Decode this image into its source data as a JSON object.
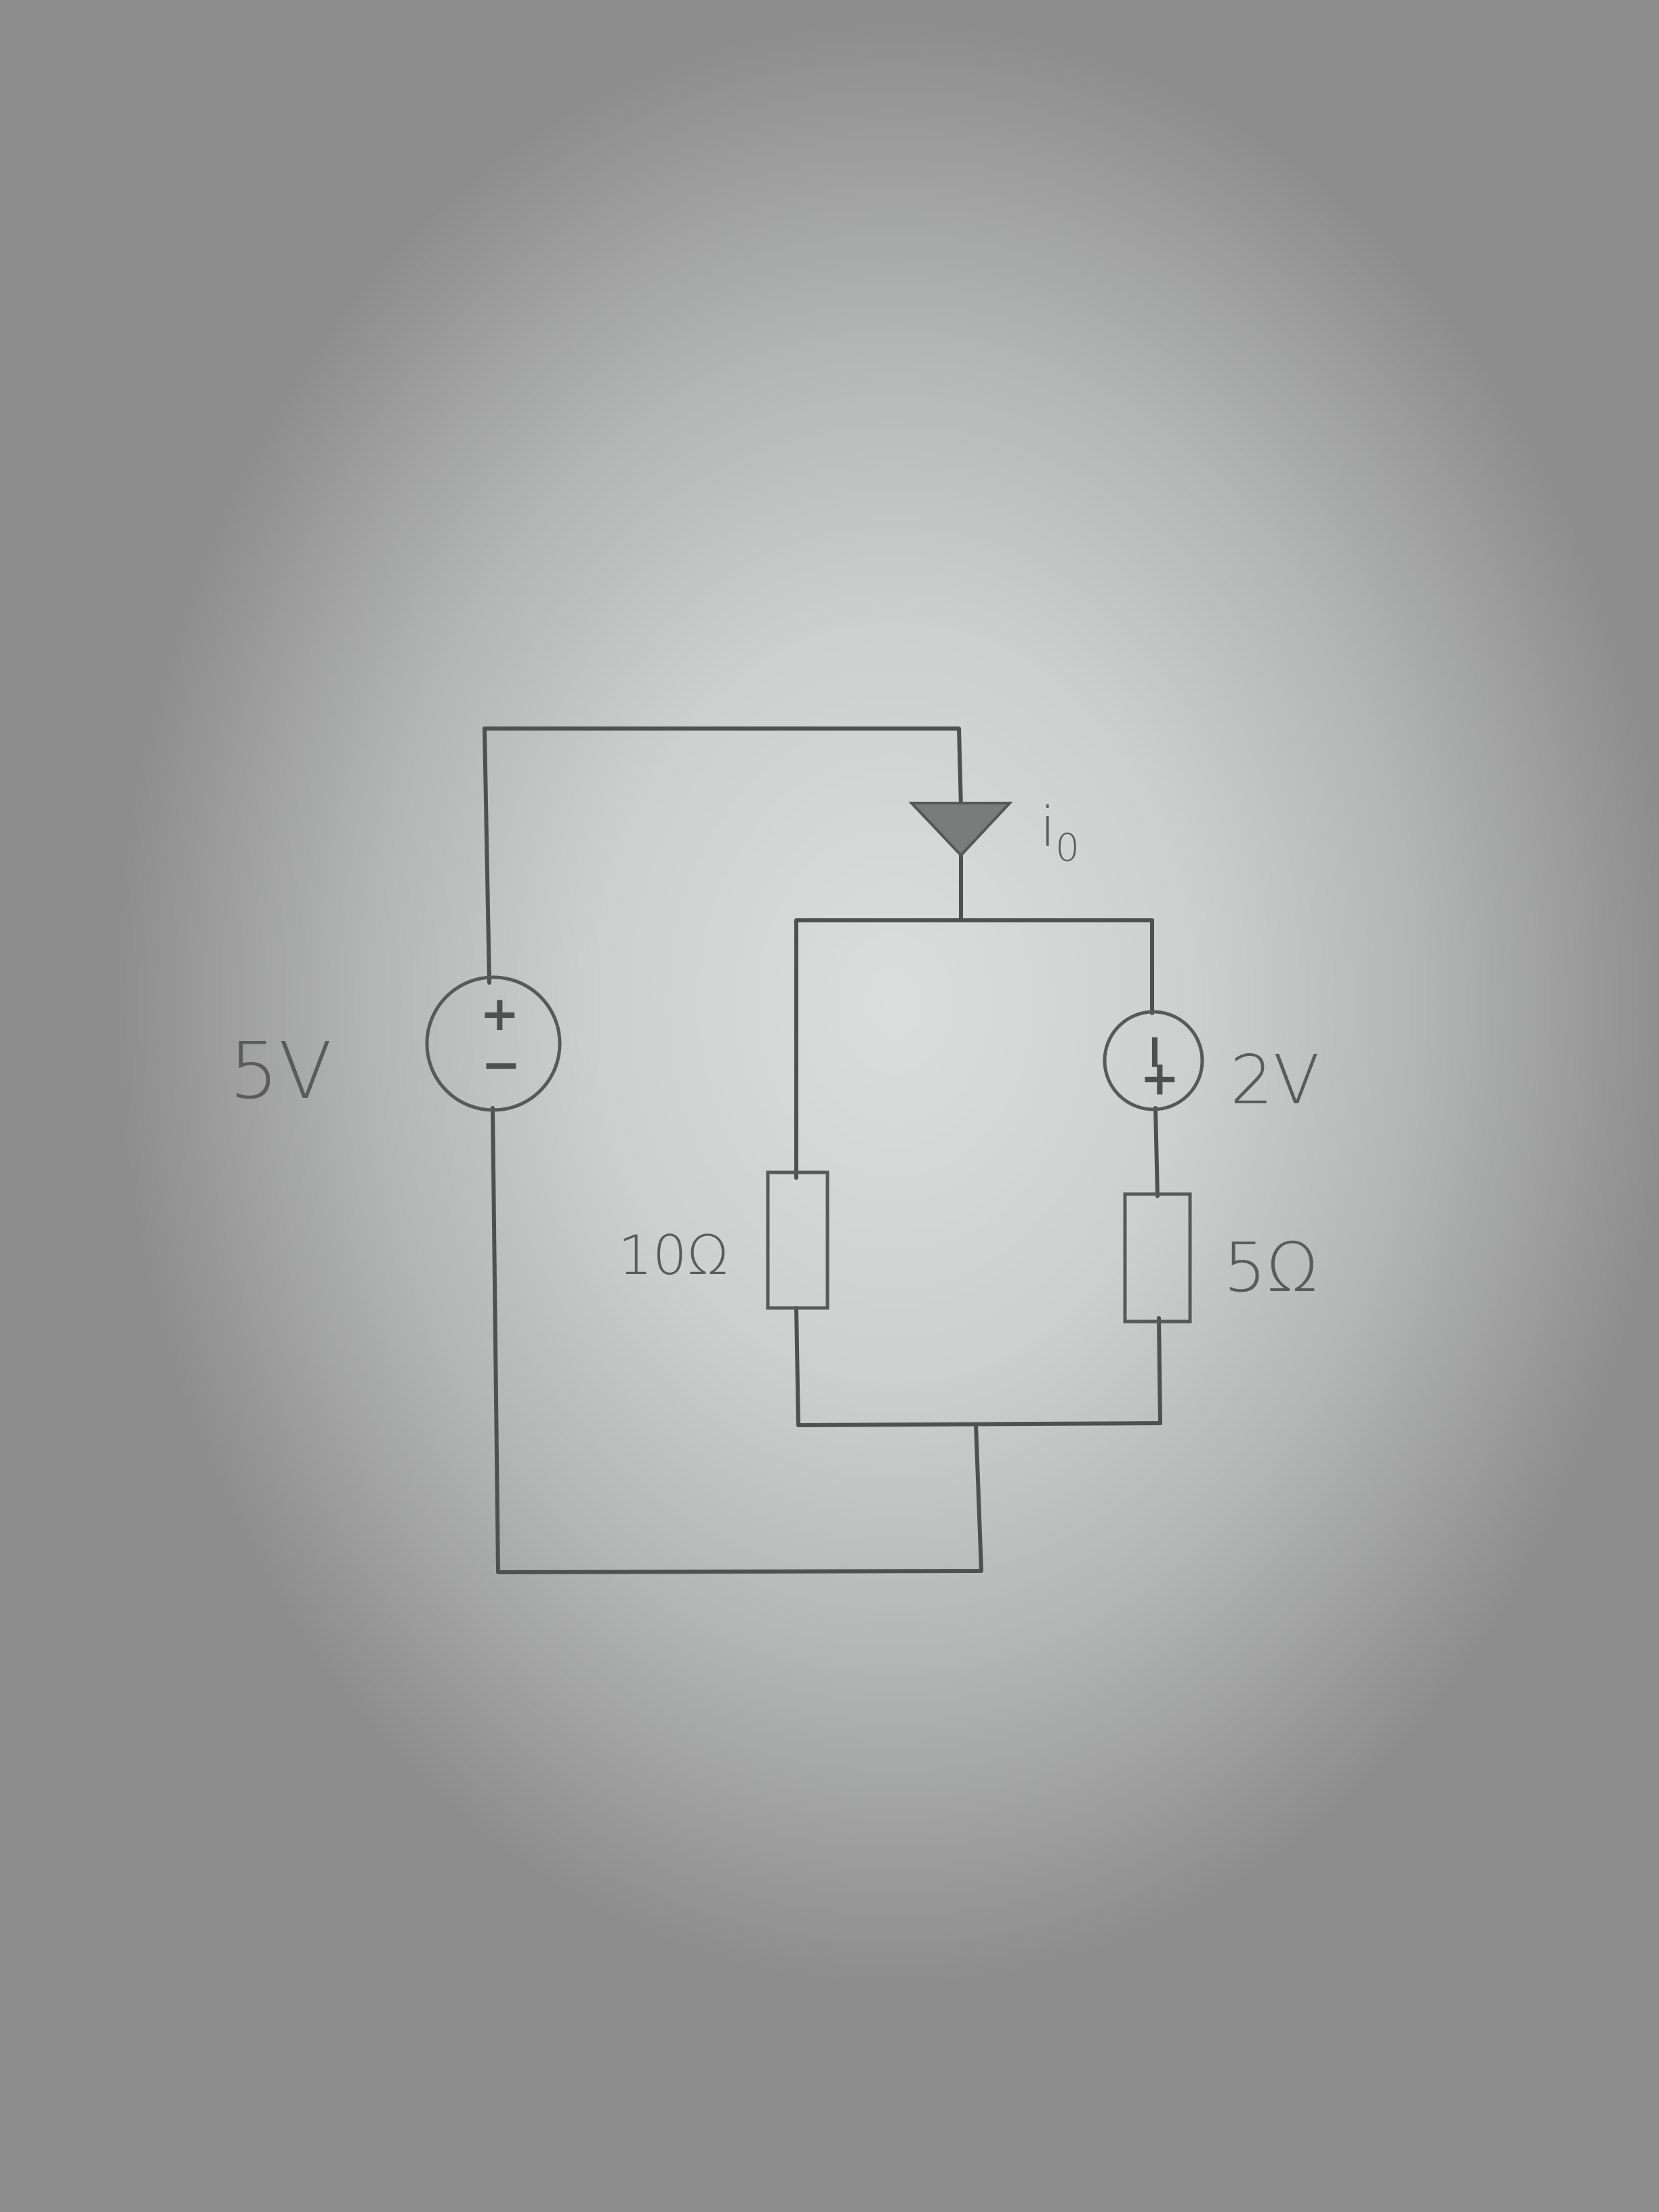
{
  "circuit": {
    "source_left": {
      "label": "5V",
      "plus": "+",
      "minus": "−"
    },
    "source_right": {
      "label": "2V",
      "plus": "+",
      "minus": "−"
    },
    "resistor_left": {
      "label": "10Ω"
    },
    "resistor_right": {
      "label": "5Ω"
    },
    "current": {
      "label": "i",
      "subscript": "0"
    }
  }
}
